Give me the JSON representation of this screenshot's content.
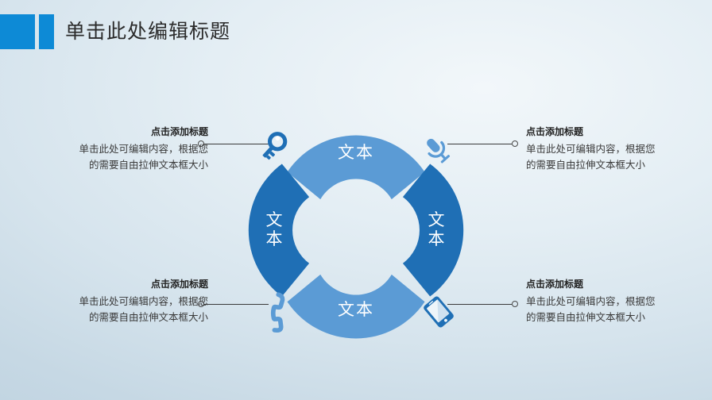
{
  "header": {
    "title": "单击此处编辑标题",
    "accent_color": "#0d8ad6",
    "mark_name": "title-accent-mark"
  },
  "diagram": {
    "type": "donut-4-segment",
    "center_color": "#ffffff",
    "segments": [
      {
        "position": "top",
        "label": "文本",
        "color": "#5b9bd5",
        "icon": "key-icon"
      },
      {
        "position": "right",
        "label": "文本",
        "color": "#1f6fb5",
        "icon": "microphone-icon"
      },
      {
        "position": "bottom",
        "label": "文本",
        "color": "#5b9bd5",
        "icon": "mobile-phone-icon"
      },
      {
        "position": "left",
        "label": "文本",
        "color": "#1f6fb5",
        "icon": "phone-handset-icon"
      }
    ],
    "icons": {
      "top_left": "key-icon",
      "top_right": "microphone-icon",
      "bottom_left": "phone-handset-icon",
      "bottom_right": "mobile-phone-icon"
    }
  },
  "callouts": [
    {
      "id": "top-left",
      "title": "点击添加标题",
      "body_line1": "单击此处可编辑内容，根据您",
      "body_line2": "的需要自由拉伸文本框大小"
    },
    {
      "id": "top-right",
      "title": "点击添加标题",
      "body_line1": "单击此处可编辑内容，根据您",
      "body_line2": "的需要自由拉伸文本框大小"
    },
    {
      "id": "bottom-left",
      "title": "点击添加标题",
      "body_line1": "单击此处可编辑内容，根据您",
      "body_line2": "的需要自由拉伸文本框大小"
    },
    {
      "id": "bottom-right",
      "title": "点击添加标题",
      "body_line1": "单击此处可编辑内容，根据您",
      "body_line2": "的需要自由拉伸文本框大小"
    }
  ]
}
